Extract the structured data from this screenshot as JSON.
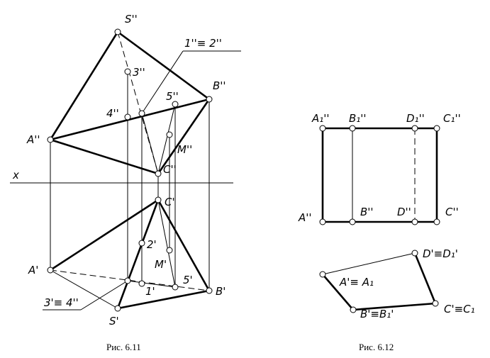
{
  "figure_611": {
    "caption": "Рис. 6.11",
    "axis_label": "x",
    "labels": {
      "S2": "S''",
      "one_two": "1''≡ 2''",
      "three2": "3''",
      "B2": "B''",
      "four2": "4''",
      "five2": "5''",
      "A2": "A''",
      "M2": "M''",
      "C2": "C''",
      "C1": "C'",
      "two1": "2'",
      "A1": "A'",
      "M1": "M'",
      "five1": "5'",
      "B1": "B'",
      "one1": "1'",
      "three_four": "3'≡ 4''",
      "S1": "S'"
    }
  },
  "figure_612": {
    "caption": "Рис. 6.12",
    "labels": {
      "A1_2": "A₁''",
      "B1_2": "B₁''",
      "D1_2": "D₁''",
      "C1_2": "C₁''",
      "A2": "A''",
      "B2": "B''",
      "D2": "D''",
      "C2": "C''",
      "D_eq": "D'≡D₁'",
      "A_eq": "A'≡ A₁",
      "B_eq": "B'≡B₁'",
      "C_eq": "C'≡C₁"
    }
  }
}
